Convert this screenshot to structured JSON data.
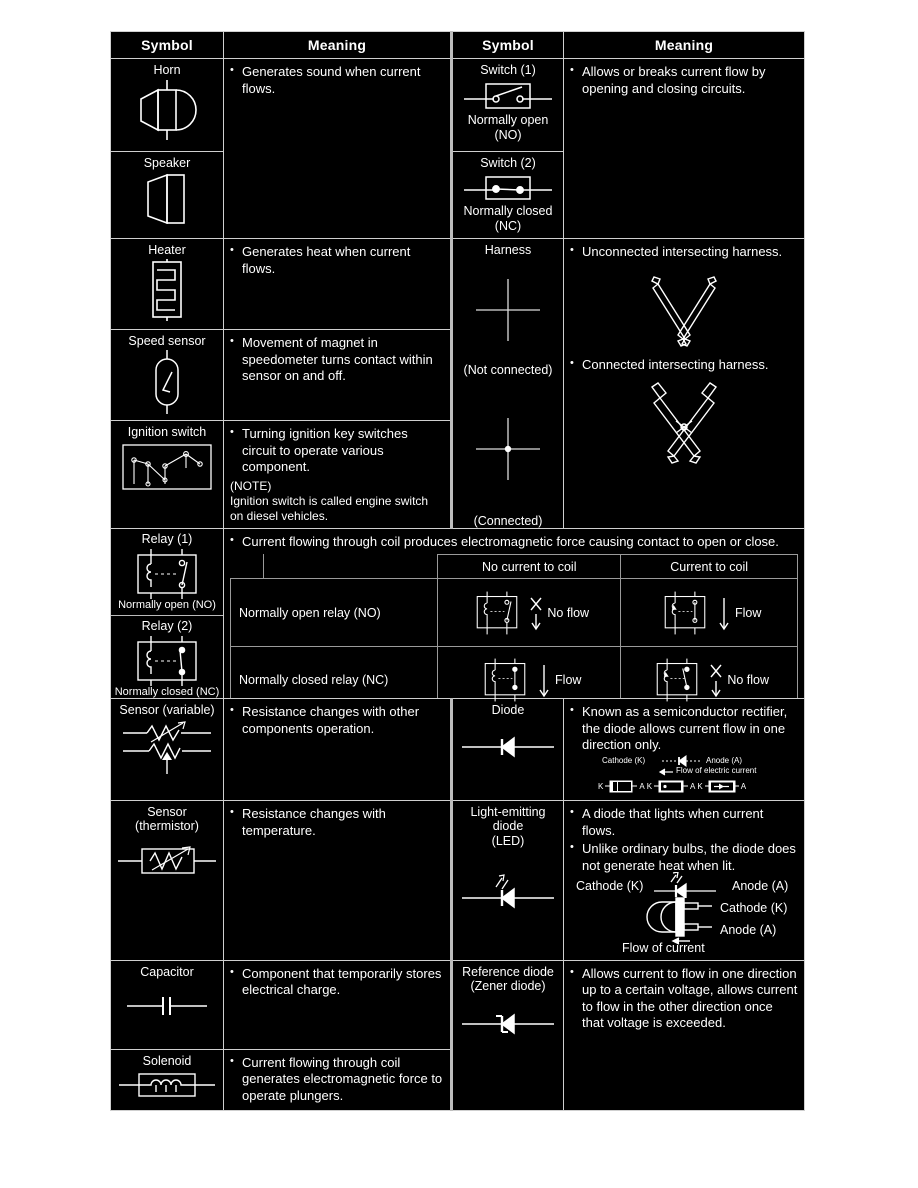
{
  "table": {
    "headers": [
      "Symbol",
      "Meaning",
      "Symbol",
      "Meaning"
    ],
    "left": [
      {
        "symbols": [
          {
            "name": "Horn",
            "icon": "horn-symbol"
          },
          {
            "name": "Speaker",
            "icon": "speaker-symbol"
          }
        ],
        "meaning": [
          "Generates sound when current flows."
        ]
      },
      {
        "symbols": [
          {
            "name": "Heater",
            "icon": "heater-symbol"
          }
        ],
        "meaning": [
          "Generates heat when current flows."
        ]
      },
      {
        "symbols": [
          {
            "name": "Speed sensor",
            "icon": "speed-sensor-symbol"
          }
        ],
        "meaning": [
          "Movement of magnet in speedometer turns contact within sensor on and off."
        ]
      },
      {
        "symbols": [
          {
            "name": "Ignition switch",
            "icon": "ignition-switch-symbol"
          }
        ],
        "meaning": [
          "Turning ignition key switches circuit to operate various component."
        ],
        "note_label": "(NOTE)",
        "note_text": "Ignition switch is called engine switch on diesel vehicles."
      },
      {
        "symbols": [
          {
            "name": "Sensor (variable)",
            "icon": "variable-sensor-symbol"
          }
        ],
        "meaning": [
          "Resistance changes with other components operation."
        ]
      },
      {
        "symbols": [
          {
            "name": "Sensor",
            "name2": "(thermistor)",
            "icon": "thermistor-symbol"
          }
        ],
        "meaning": [
          "Resistance changes with temperature."
        ]
      },
      {
        "symbols": [
          {
            "name": "Capacitor",
            "icon": "capacitor-symbol"
          }
        ],
        "meaning": [
          "Component that temporarily stores electrical charge."
        ]
      },
      {
        "symbols": [
          {
            "name": "Solenoid",
            "icon": "solenoid-symbol"
          }
        ],
        "meaning": [
          "Current flowing through coil generates electromagnetic force to operate plungers."
        ]
      }
    ],
    "right": [
      {
        "symbols": [
          {
            "name": "Switch (1)",
            "icon": "switch-no-symbol",
            "sub1": "Normally open",
            "sub2": "(NO)"
          },
          {
            "name": "Switch (2)",
            "icon": "switch-nc-symbol",
            "sub1": "Normally closed",
            "sub2": "(NC)"
          }
        ],
        "meaning": [
          "Allows or breaks current flow by opening and closing circuits."
        ]
      },
      {
        "symbols": [
          {
            "name": "Harness",
            "icon": "harness-symbol",
            "cap1": "(Not connected)",
            "cap2": "(Connected)"
          }
        ],
        "meaning": [
          "Unconnected intersecting harness.",
          "Connected intersecting harness."
        ]
      },
      {
        "symbols": [
          {
            "name": "Diode",
            "icon": "diode-symbol"
          }
        ],
        "meaning": [
          "Known as a semiconductor rectifier, the diode allows current flow in one direction only."
        ],
        "detail": {
          "cathode": "Cathode (K)",
          "anode": "Anode (A)",
          "flow": "Flow of electric current",
          "pkg_k": "K",
          "pkg_a": "A"
        }
      },
      {
        "symbols": [
          {
            "name": "Light-emitting",
            "name2": "diode",
            "name3": "(LED)",
            "icon": "led-symbol"
          }
        ],
        "meaning": [
          "A diode that lights when current flows.",
          "Unlike ordinary bulbs, the diode does not generate heat when lit."
        ],
        "detail": {
          "cathode": "Cathode (K)",
          "anode": "Anode (A)",
          "cathode2": "Cathode (K)",
          "anode2": "Anode (A)",
          "flow": "Flow of current"
        }
      },
      {
        "symbols": [
          {
            "name": "Reference diode",
            "name2": "(Zener diode)",
            "icon": "zener-diode-symbol"
          }
        ],
        "meaning": [
          "Allows current to flow in one direction up to a certain voltage, allows current to flow in the other direction once that voltage is exceeded."
        ]
      }
    ],
    "relay": {
      "symbols": [
        {
          "name": "Relay (1)",
          "icon": "relay-no-symbol",
          "sub": "Normally open (NO)"
        },
        {
          "name": "Relay (2)",
          "icon": "relay-nc-symbol",
          "sub": "Normally closed (NC)"
        }
      ],
      "meaning": [
        "Current flowing through coil produces electromagnetic force causing contact to open or close."
      ],
      "grid": {
        "col_headers": [
          "",
          "No current to coil",
          "Current to coil"
        ],
        "rows": [
          {
            "label": "Normally open relay (NO)",
            "no_current": "No flow",
            "current": "Flow"
          },
          {
            "label": "Normally closed relay (NC)",
            "no_current": "Flow",
            "current": "No flow"
          }
        ]
      }
    }
  },
  "colors": {
    "background": "#000000",
    "foreground": "#ffffff",
    "grid": "#cfcfcf",
    "page": "#ffffff"
  }
}
